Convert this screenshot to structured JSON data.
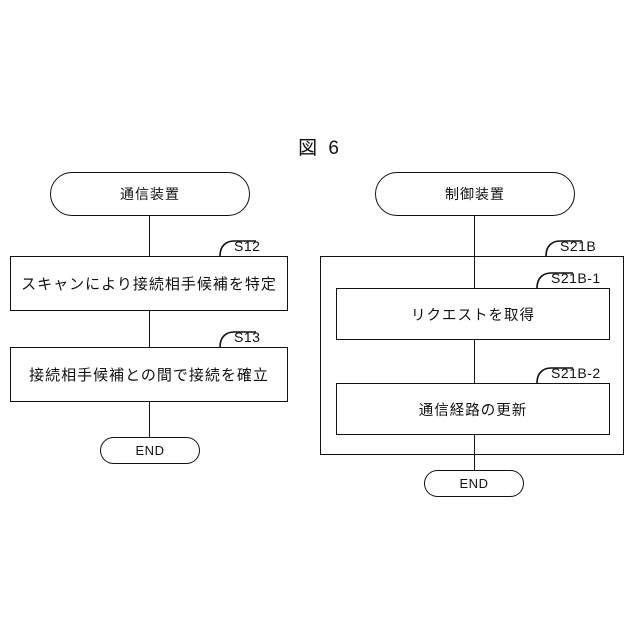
{
  "figure": {
    "title": "図 6",
    "type": "flowchart",
    "background_color": "#ffffff",
    "line_color": "#111111"
  },
  "flows": [
    {
      "id": "communication-device-flow",
      "start": {
        "label": "通信装置"
      },
      "steps": [
        {
          "ref": "S12",
          "label": "スキャンにより接続相手候補を特定"
        },
        {
          "ref": "S13",
          "label": "接続相手候補との間で接続を確立"
        }
      ],
      "end": {
        "label": "END"
      }
    },
    {
      "id": "control-device-flow",
      "start": {
        "label": "制御装置"
      },
      "group": {
        "ref": "S21B"
      },
      "steps": [
        {
          "ref": "S21B-1",
          "label": "リクエストを取得"
        },
        {
          "ref": "S21B-2",
          "label": "通信経路の更新"
        }
      ],
      "end": {
        "label": "END"
      }
    }
  ]
}
